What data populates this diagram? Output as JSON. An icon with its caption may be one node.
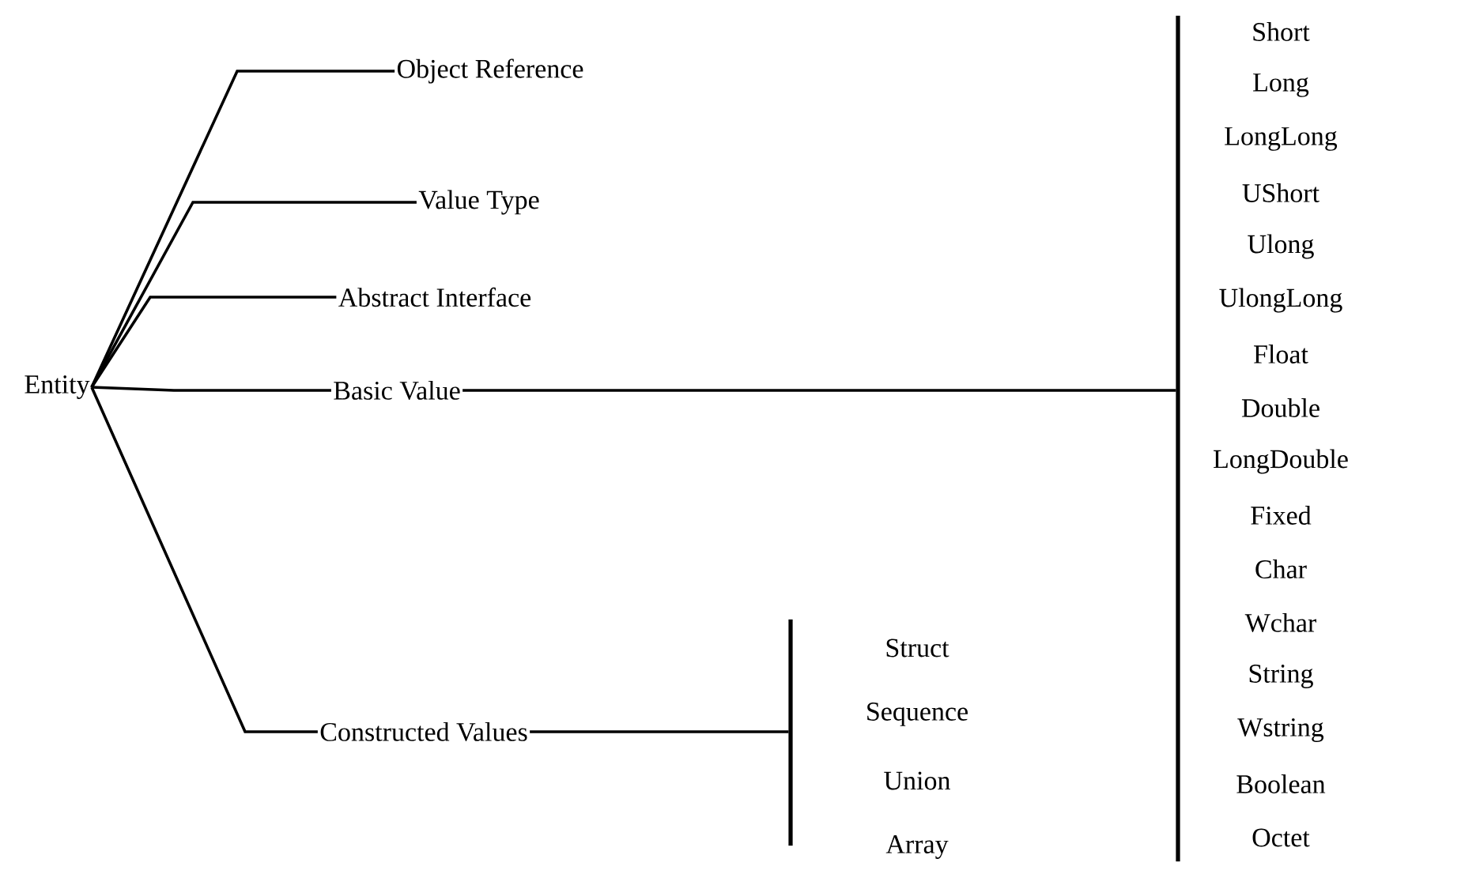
{
  "diagram": {
    "nodes": [
      {
        "text": [
          "Entity"
        ]
      },
      {
        "text": [
          "Object Reference"
        ]
      },
      {
        "text": [
          "Value Type"
        ]
      },
      {
        "text": [
          "Abstract Interface"
        ]
      },
      {
        "text": [
          "Basic Value"
        ]
      },
      {
        "text": [
          "Constructed Values"
        ]
      },
      {
        "text": [],
        "shape": "bar"
      },
      {
        "text": [],
        "shape": "bar"
      }
    ],
    "edges": [
      {
        "from": 0,
        "to": 1,
        "arrow": "none"
      },
      {
        "from": 0,
        "to": 2,
        "arrow": "none"
      },
      {
        "from": 0,
        "to": 3,
        "arrow": "none"
      },
      {
        "from": 0,
        "to": 4,
        "arrow": "none"
      },
      {
        "from": 0,
        "to": 5,
        "arrow": "none"
      },
      {
        "from": 4,
        "to": 6,
        "arrow": "none"
      },
      {
        "from": 5,
        "to": 7,
        "arrow": "none"
      }
    ],
    "labels": [
      "Short",
      "Long",
      "LongLong",
      "UShort",
      "Ulong",
      "UlongLong",
      "Float",
      "Double",
      "LongDouble",
      "Fixed",
      "Char",
      "Wchar",
      "String",
      "Wstring",
      "Boolean",
      "Octet",
      "Struct",
      "Sequence",
      "Union",
      "Array"
    ]
  }
}
